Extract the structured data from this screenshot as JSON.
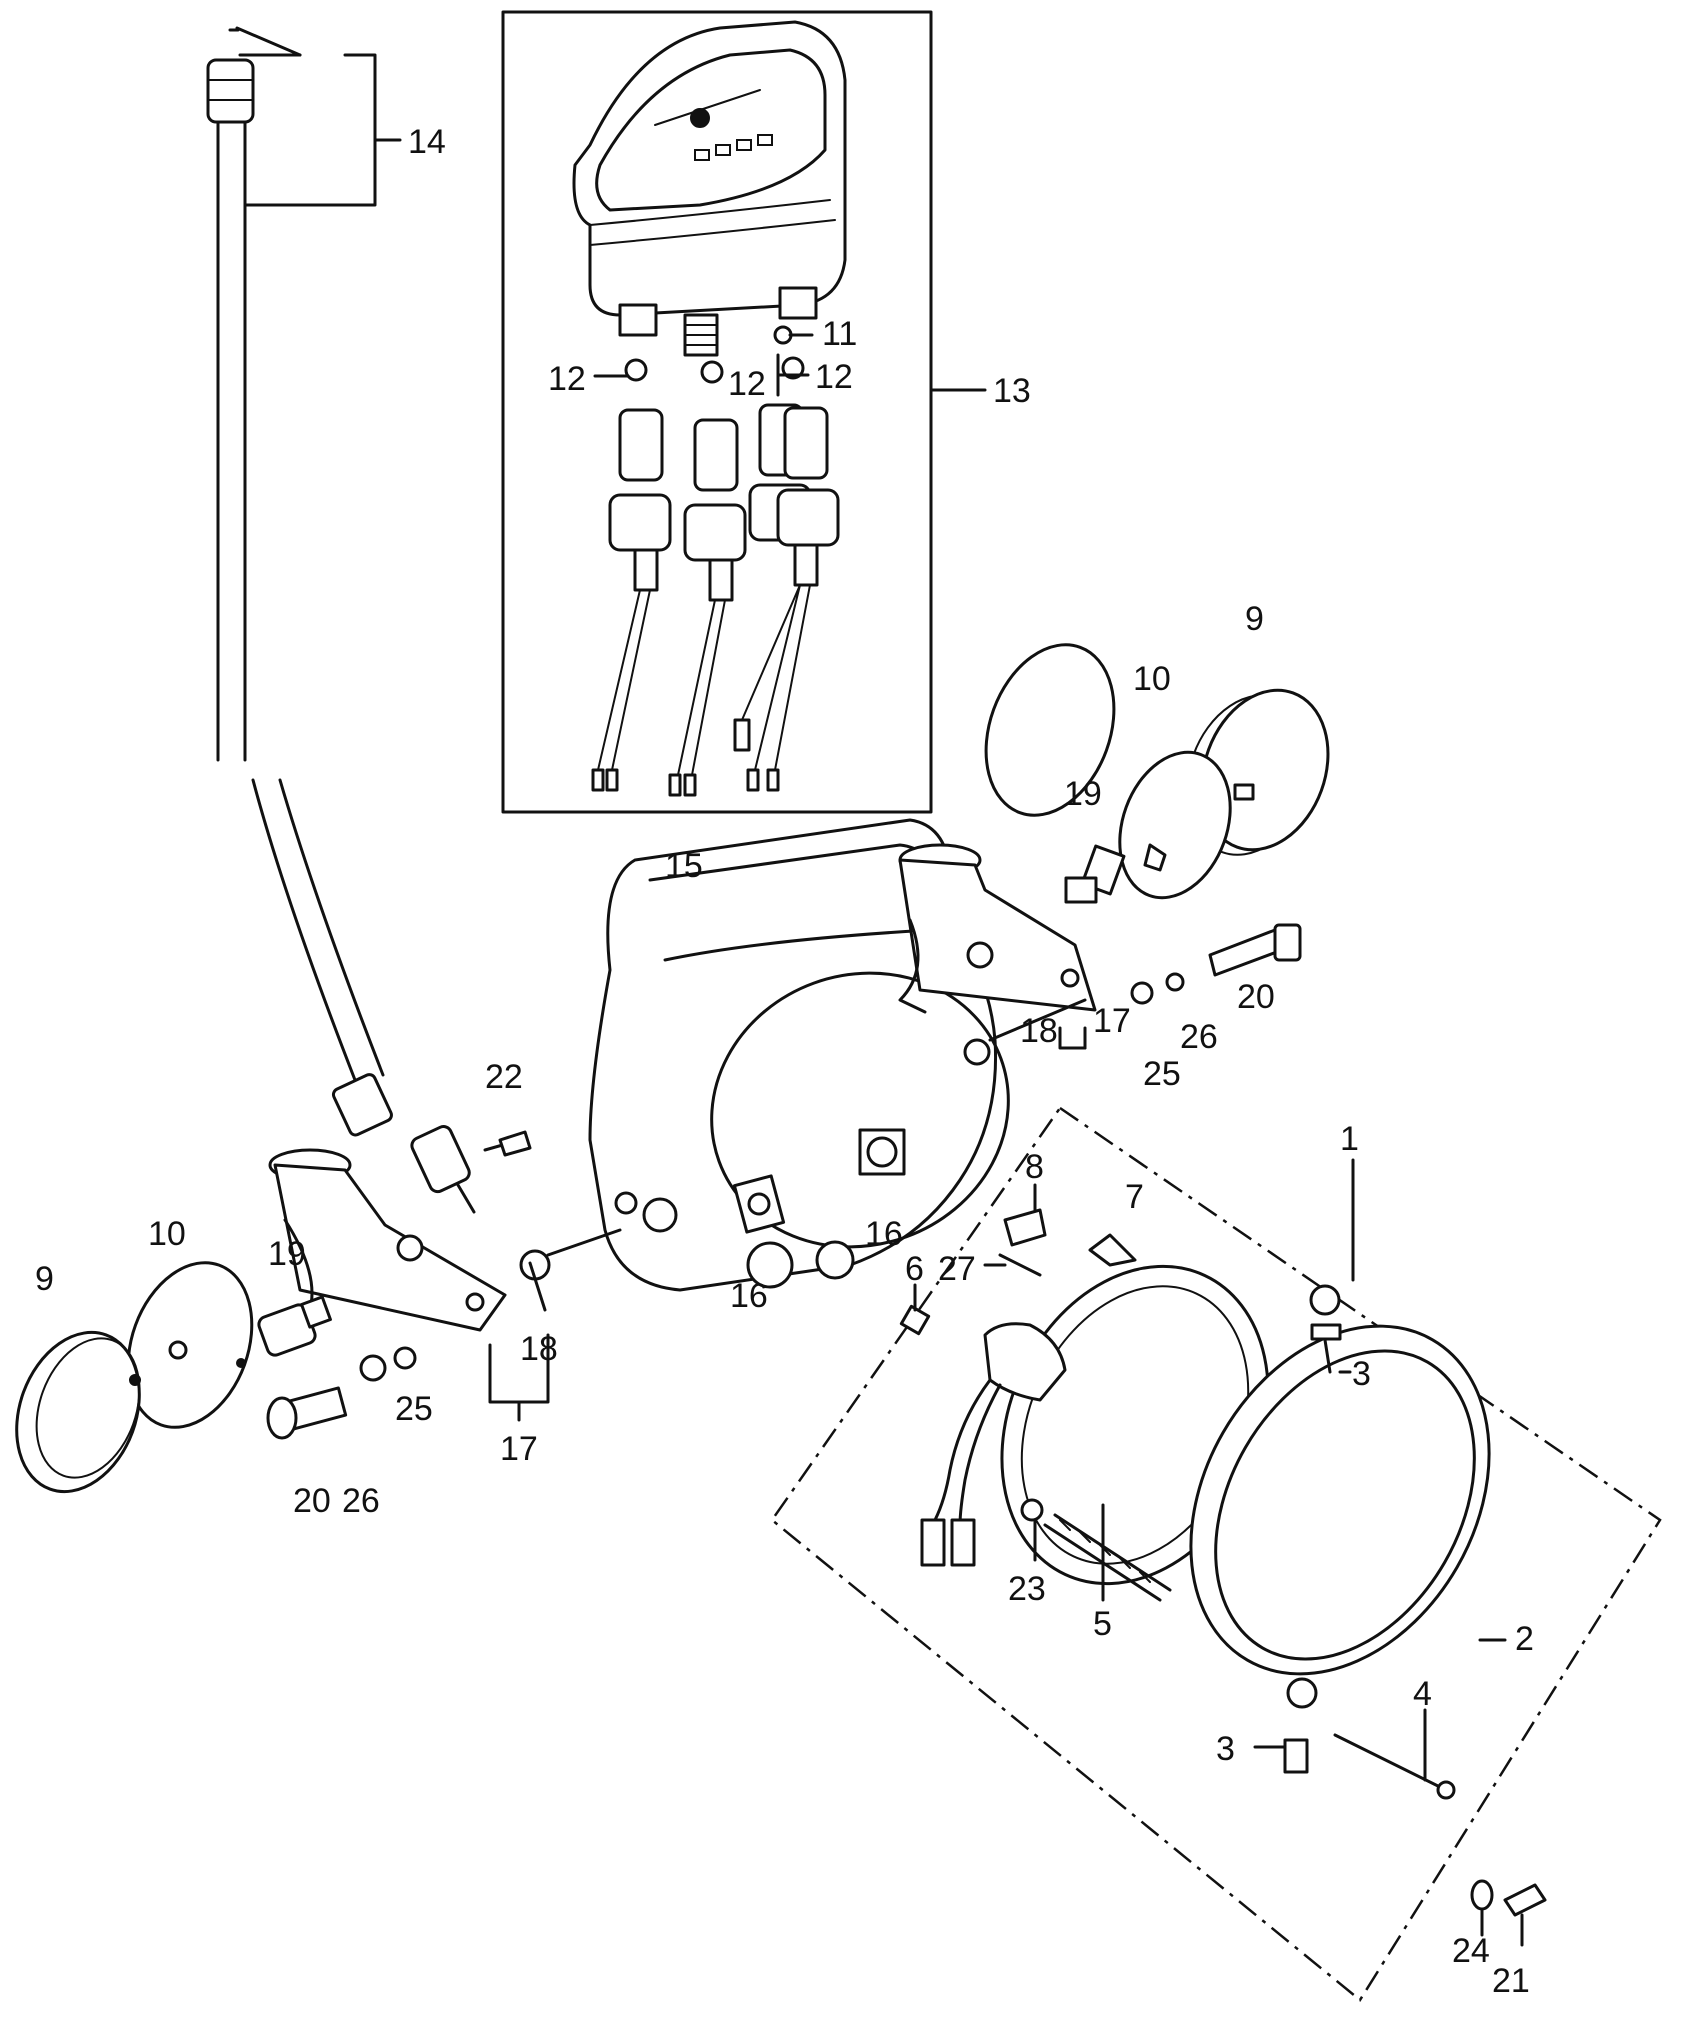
{
  "callouts": [
    "1",
    "2",
    "3",
    "3",
    "4",
    "5",
    "6",
    "7",
    "8",
    "9",
    "9",
    "10",
    "10",
    "11",
    "12",
    "12",
    "12",
    "13",
    "14",
    "15",
    "16",
    "16",
    "17",
    "17",
    "18",
    "18",
    "19",
    "19",
    "20",
    "20",
    "21",
    "22",
    "23",
    "24",
    "25",
    "25",
    "26",
    "26",
    "27"
  ]
}
